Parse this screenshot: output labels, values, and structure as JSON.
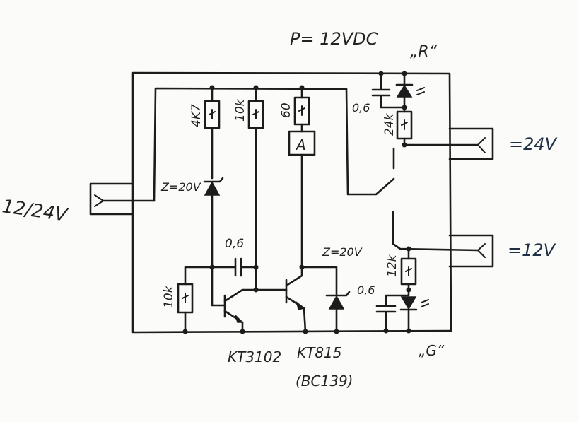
{
  "labels": {
    "power": "P= 12VDC",
    "relay_r": "„R“",
    "relay_g": "„G“",
    "input": "12/24V",
    "out_24": "=24V",
    "out_12": "=12V",
    "r_4k7": "4K7",
    "r_10k_top": "10k",
    "r_60": "60",
    "meter": "A",
    "r_24k": "24k",
    "r_12k": "12k",
    "r_10k_bottom": "10k",
    "c_top": "0,6",
    "c_mid": "0,6",
    "c_bottom": "0,6",
    "zener_left": "Z=20V",
    "zener_right": "Z=20V",
    "t1": "KT3102",
    "t2": "KT815",
    "t2_alt": "(BC139)"
  }
}
